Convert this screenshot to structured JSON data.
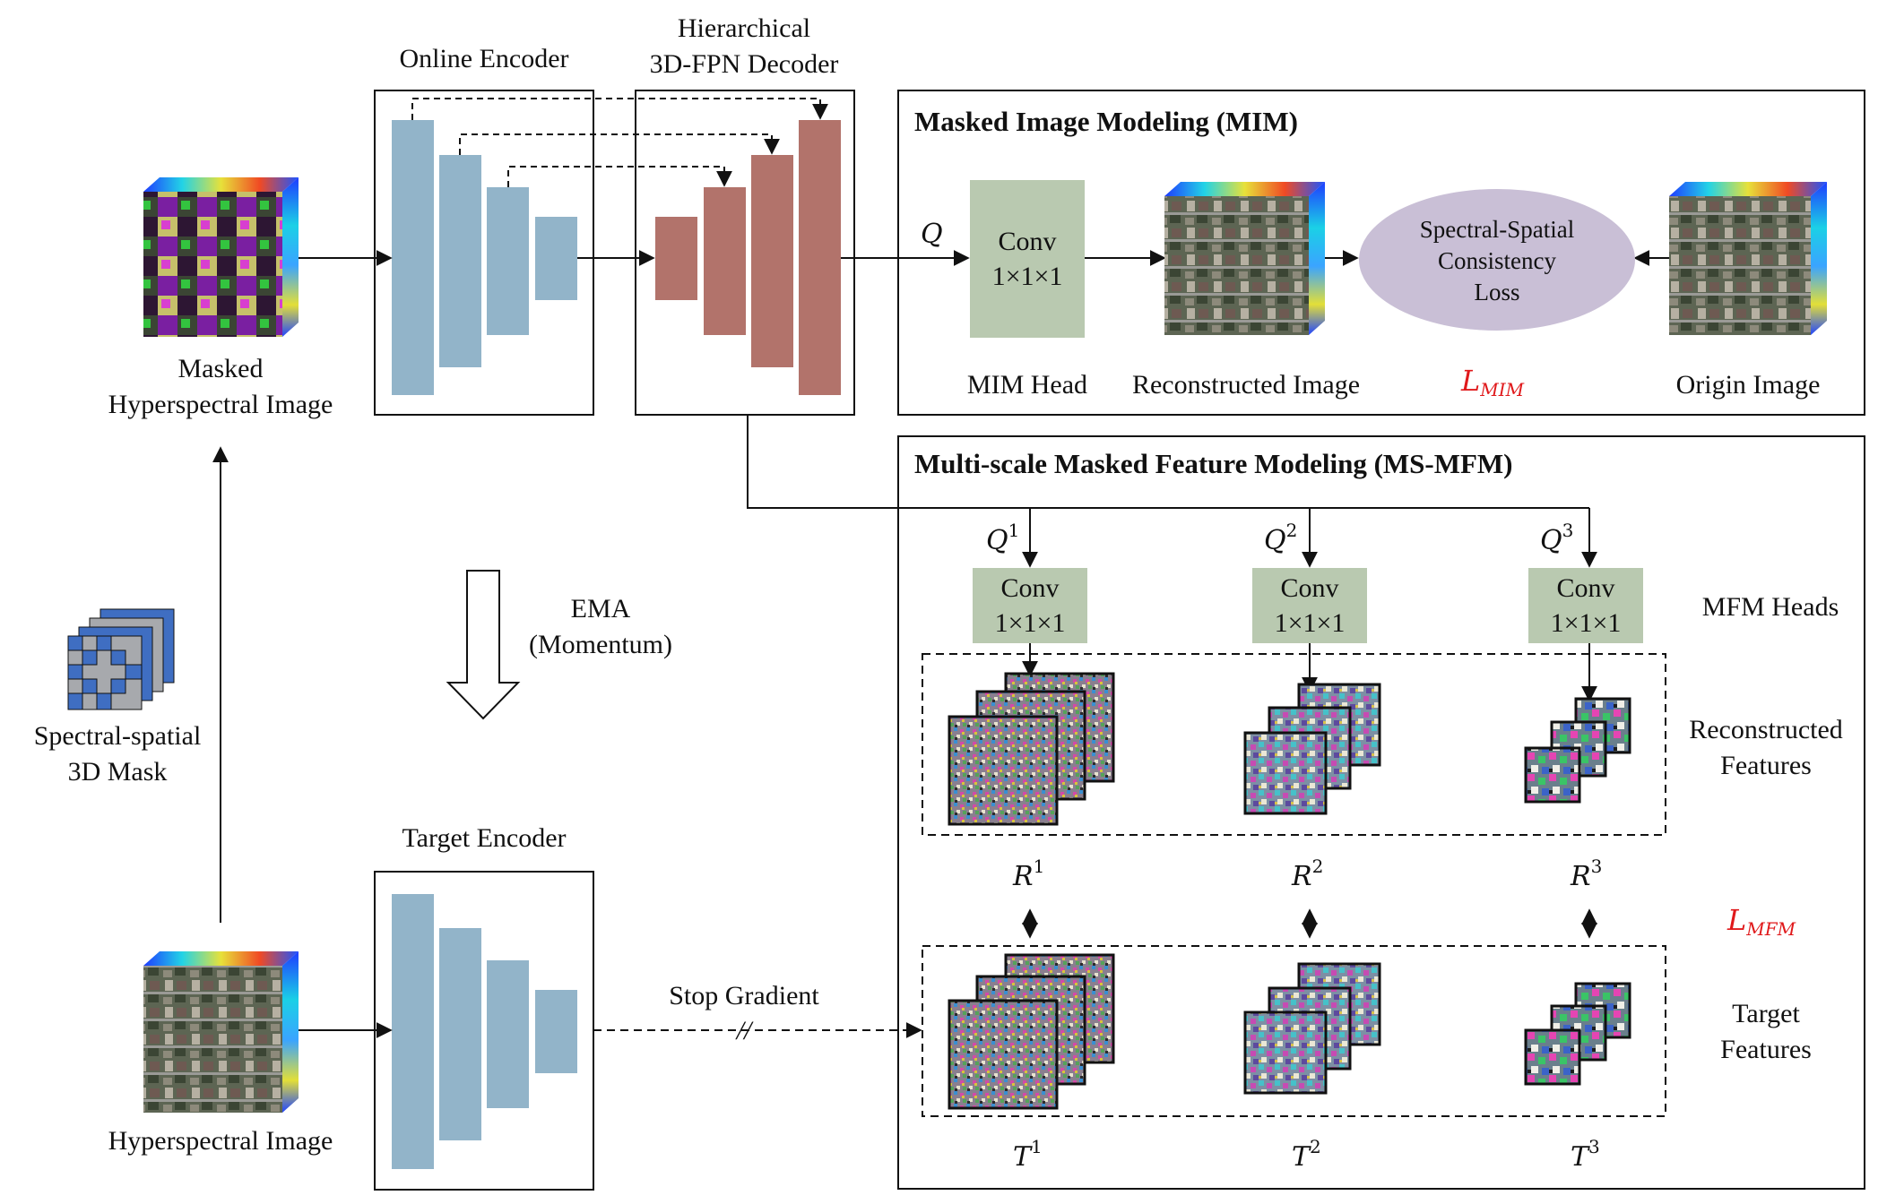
{
  "colors": {
    "encoder_block": "#92b4c9",
    "decoder_block": "#b2736b",
    "head_block": "#b9c9b0",
    "loss_ellipse": "#c9bfd6",
    "loss_text": "#e0191b",
    "mask_blue": "#3f6ec2",
    "mask_gray": "#a7a9ad"
  },
  "labels": {
    "online_encoder": "Online Encoder",
    "decoder_line1": "Hierarchical",
    "decoder_line2": "3D-FPN Decoder",
    "masked_image_line1": "Masked",
    "masked_image_line2": "Hyperspectral Image",
    "mask_line1": "Spectral-spatial",
    "mask_line2": "3D Mask",
    "ema_line1": "EMA",
    "ema_line2": "(Momentum)",
    "target_encoder": "Target Encoder",
    "hyperspectral_image": "Hyperspectral Image",
    "stop_gradient": "Stop Gradient",
    "stop_gradient_mark": "//"
  },
  "mim": {
    "title": "Masked Image Modeling (MIM)",
    "q_symbol": "Q",
    "conv_line1": "Conv",
    "conv_line2": "1×1×1",
    "head_label": "MIM Head",
    "reconstructed_label": "Reconstructed Image",
    "loss_line1": "Spectral-Spatial",
    "loss_line2": "Consistency",
    "loss_line3": "Loss",
    "loss_symbol": "L",
    "loss_subscript": "MIM",
    "origin_label": "Origin Image"
  },
  "mfm": {
    "title": "Multi-scale Masked Feature Modeling (MS-MFM)",
    "heads_label": "MFM Heads",
    "reconstructed_line1": "Reconstructed",
    "reconstructed_line2": "Features",
    "target_line1": "Target",
    "target_line2": "Features",
    "loss_symbol": "L",
    "loss_subscript": "MFM",
    "scales": [
      {
        "q": "Q",
        "q_sup": "1",
        "conv1": "Conv",
        "conv2": "1×1×1",
        "r": "R",
        "r_sup": "1",
        "t": "T",
        "t_sup": "1"
      },
      {
        "q": "Q",
        "q_sup": "2",
        "conv1": "Conv",
        "conv2": "1×1×1",
        "r": "R",
        "r_sup": "2",
        "t": "T",
        "t_sup": "2"
      },
      {
        "q": "Q",
        "q_sup": "3",
        "conv1": "Conv",
        "conv2": "1×1×1",
        "r": "R",
        "r_sup": "3",
        "t": "T",
        "t_sup": "3"
      }
    ]
  }
}
